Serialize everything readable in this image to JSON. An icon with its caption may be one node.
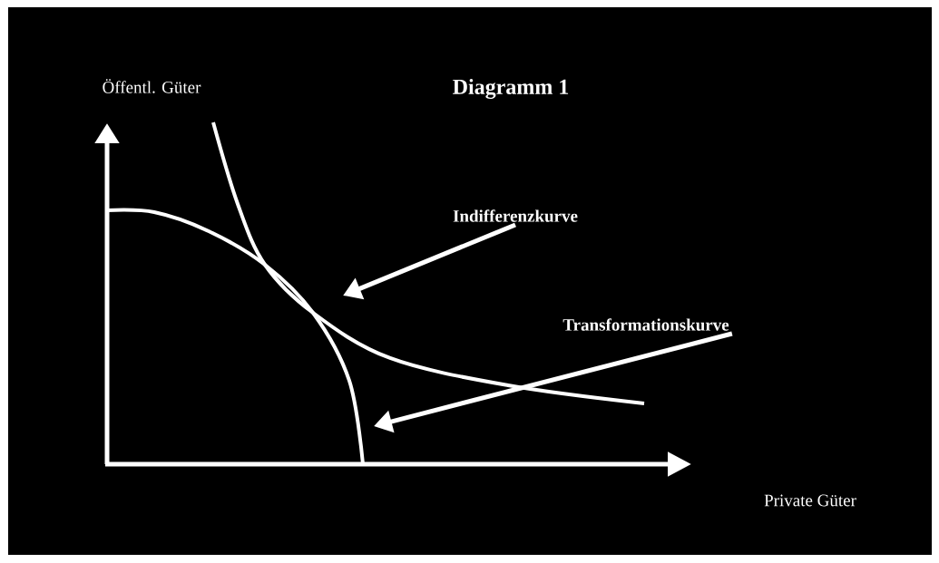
{
  "diagram": {
    "title": "Diagramm 1",
    "nodes": [
      {
        "text": [
          "Indifferenzkurve"
        ]
      },
      {
        "text": [
          "Transformationskurve"
        ]
      }
    ],
    "edges": [
      {
        "from": 0,
        "to": null,
        "arrow": "to"
      },
      {
        "from": 1,
        "to": null,
        "arrow": "to"
      }
    ],
    "labels": [
      "Öffentl. Güter",
      "Private Güter"
    ]
  }
}
